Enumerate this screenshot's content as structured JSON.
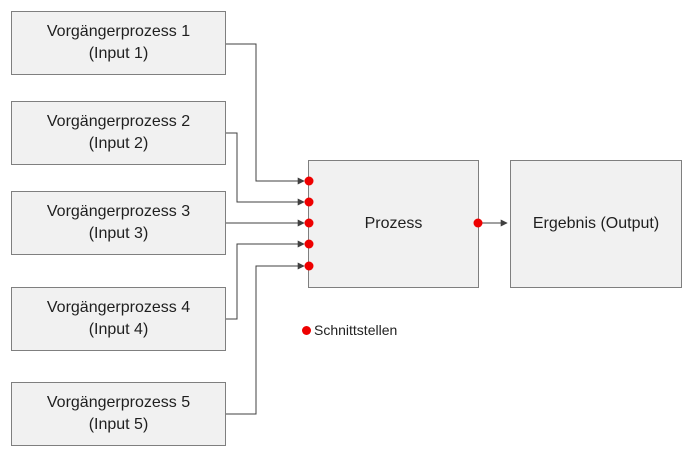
{
  "predecessors": [
    {
      "title": "Vorgängerprozess 1",
      "subtitle": "(Input 1)"
    },
    {
      "title": "Vorgängerprozess 2",
      "subtitle": "(Input 2)"
    },
    {
      "title": "Vorgängerprozess 3",
      "subtitle": "(Input 3)"
    },
    {
      "title": "Vorgängerprozess 4",
      "subtitle": "(Input 4)"
    },
    {
      "title": "Vorgängerprozess 5",
      "subtitle": "(Input 5)"
    }
  ],
  "process": {
    "label": "Prozess"
  },
  "result": {
    "label": "Ergebnis (Output)"
  },
  "legend": {
    "label": "Schnittstellen"
  },
  "colors": {
    "box_fill": "#f1f1f1",
    "box_border": "#7f7f7f",
    "connector": "#404040",
    "interface_dot": "#ee0000"
  }
}
